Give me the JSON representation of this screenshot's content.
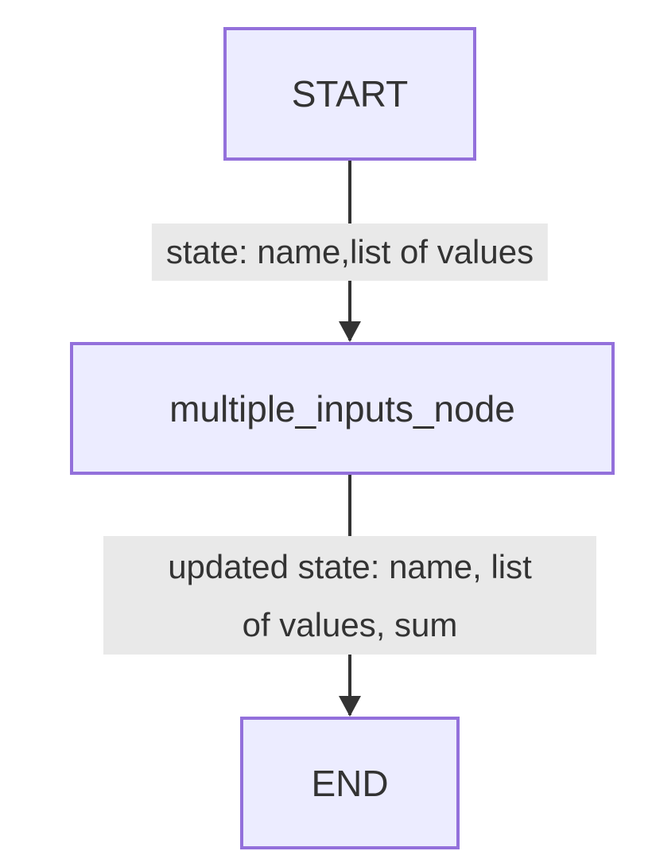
{
  "diagram": {
    "type": "flowchart",
    "direction": "top-down",
    "nodes": [
      {
        "id": "start",
        "label": "START"
      },
      {
        "id": "multiple_inputs_node",
        "label": "multiple_inputs_node"
      },
      {
        "id": "end",
        "label": "END"
      }
    ],
    "edges": [
      {
        "from": "start",
        "to": "multiple_inputs_node",
        "label": "state: name,list of values",
        "label_lines": [
          "state: name,list of values"
        ]
      },
      {
        "from": "multiple_inputs_node",
        "to": "end",
        "label": "updated state: name, list of values, sum",
        "label_lines": [
          "updated state: name, list",
          "of values, sum"
        ]
      }
    ],
    "colors": {
      "node_fill": "#ECECFF",
      "node_border": "#9370DB",
      "node_text": "#333333",
      "edge_line": "#333333",
      "edge_label_bg": "#E9E9E9",
      "edge_label_text": "#333333",
      "canvas_bg": "#FFFFFF"
    }
  }
}
